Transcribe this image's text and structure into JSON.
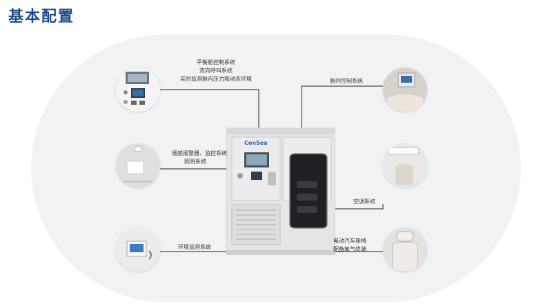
{
  "page": {
    "title": "基本配置"
  },
  "labels": {
    "balance": [
      "平衡舱控制系统",
      "双向呼叫系统",
      "实时监测舱内压力和动态环境"
    ],
    "cabin_control": "舱内控制系统",
    "smoke": [
      "烟感报警器、监控系统",
      "照明系统"
    ],
    "aircon": "空调系统",
    "env": "环境监测系统",
    "seat": [
      "电动汽车座椅",
      "配备氧气终端"
    ]
  },
  "device": {
    "logo": "ConSea"
  }
}
